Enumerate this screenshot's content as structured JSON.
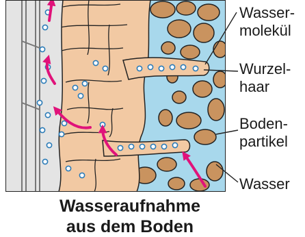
{
  "labels": {
    "water_molecule": [
      "Wasser-",
      "molekül"
    ],
    "root_hair": [
      "Wurzel-",
      "haar"
    ],
    "soil_particle": [
      "Boden-",
      "partikel"
    ],
    "water": "Wasser"
  },
  "caption": [
    "Wasseraufnahme",
    "aus dem Boden"
  ],
  "colors": {
    "soil_particle": "#c9935f",
    "cell_tissue": "#f2c9a3",
    "water": "#a8d8ec",
    "vessel": "#dcdcdc",
    "arrow": "#e0127a",
    "outline": "#222222"
  }
}
